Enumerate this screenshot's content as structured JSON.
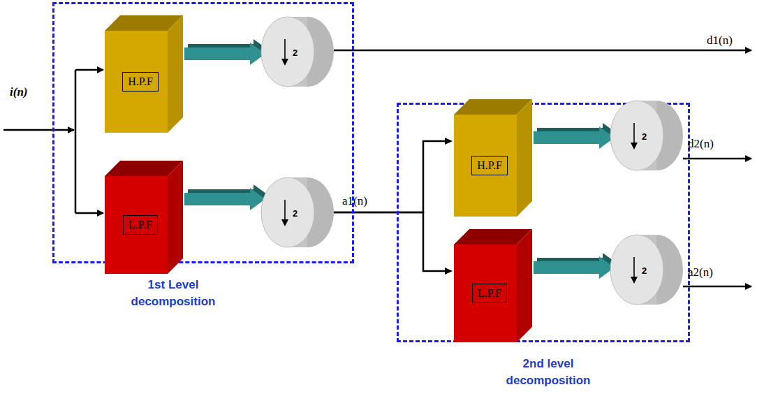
{
  "diagram": {
    "nodes": [
      {
        "text": [
          "1st Level decomposition"
        ]
      },
      {
        "text": [
          "H.P.F"
        ],
        "in": 0
      },
      {
        "text": [
          "2"
        ],
        "in": 0
      },
      {
        "text": [
          "L.P.F"
        ],
        "in": 0
      },
      {
        "text": [
          "2"
        ],
        "in": 0
      },
      {
        "text": [
          "2nd level decomposition"
        ]
      },
      {
        "text": [
          "H.P.F"
        ],
        "in": 5
      },
      {
        "text": [
          "2"
        ],
        "in": 5
      },
      {
        "text": [
          "L.P.F"
        ],
        "in": 5
      },
      {
        "text": [
          "2"
        ],
        "in": 5
      }
    ],
    "edges": [
      {
        "from": 1,
        "to": 2,
        "arrow": "to"
      },
      {
        "from": 3,
        "to": 4,
        "arrow": "to"
      },
      {
        "from": 6,
        "to": 7,
        "arrow": "to"
      },
      {
        "from": 8,
        "to": 9,
        "arrow": "to"
      },
      {
        "from": 4,
        "to": 6,
        "label": "a1(n)",
        "arrow": "to"
      },
      {
        "from": 4,
        "to": 8,
        "arrow": "to"
      }
    ],
    "labels": [
      "i(n)",
      "d1(n)",
      "d2(n)",
      "a2(n)"
    ]
  }
}
